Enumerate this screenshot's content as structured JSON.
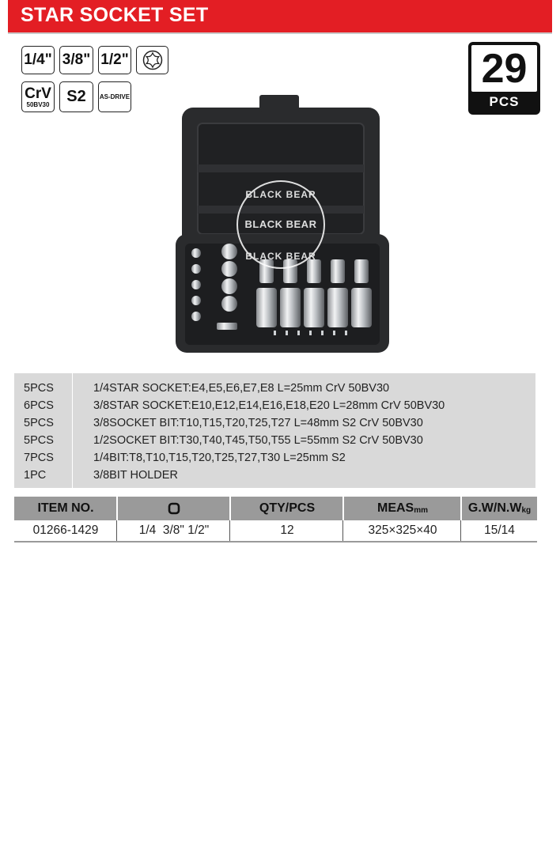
{
  "header": {
    "title": "STAR SOCKET SET"
  },
  "badges": {
    "quarter": "1/4\"",
    "threeeighth": "3/8\"",
    "half": "1/2\"",
    "crv": "CrV",
    "crv_grade": "50BV30",
    "s2": "S2",
    "as_drive": "AS-DRIVE",
    "torx_icon": "torx-star-icon"
  },
  "piece_count": {
    "number": "29",
    "label": "PCS"
  },
  "photo": {
    "brand_top": "BLACK BEAR",
    "brand_mid": "BLACK BEAR",
    "brand_bottom": "BLACK BEAR",
    "case_color": "#2a2b2d"
  },
  "contents": [
    {
      "qty": "5PCS",
      "desc": "1/4STAR SOCKET:E4,E5,E6,E7,E8 L=25mm CrV 50BV30"
    },
    {
      "qty": "6PCS",
      "desc": "3/8STAR SOCKET:E10,E12,E14,E16,E18,E20 L=28mm CrV 50BV30"
    },
    {
      "qty": "5PCS",
      "desc": "3/8SOCKET BIT:T10,T15,T20,T25,T27 L=48mm S2 CrV 50BV30"
    },
    {
      "qty": "5PCS",
      "desc": "1/2SOCKET BIT:T30,T40,T45,T50,T55 L=55mm S2 CrV 50BV30"
    },
    {
      "qty": "7PCS",
      "desc": "1/4BIT:T8,T10,T15,T20,T25,T27,T30 L=25mm S2"
    },
    {
      "qty": "1PC",
      "desc": "3/8BIT HOLDER"
    }
  ],
  "table": {
    "headers": {
      "item": "ITEM NO.",
      "drive_icon": "square-drive-icon",
      "qty": "QTY/PCS",
      "meas": "MEAS",
      "meas_unit": "mm",
      "weight": "G.W/N.W",
      "weight_unit": "kg"
    },
    "row": {
      "item": "01266-1429",
      "drive": "1/4  3/8\" 1/2\"",
      "qty": "12",
      "meas": "325×325×40",
      "weight": "15/14"
    }
  },
  "colors": {
    "title_red": "#e31e24",
    "spec_gray": "#d9d9d9",
    "header_gray": "#9a9a9a"
  }
}
